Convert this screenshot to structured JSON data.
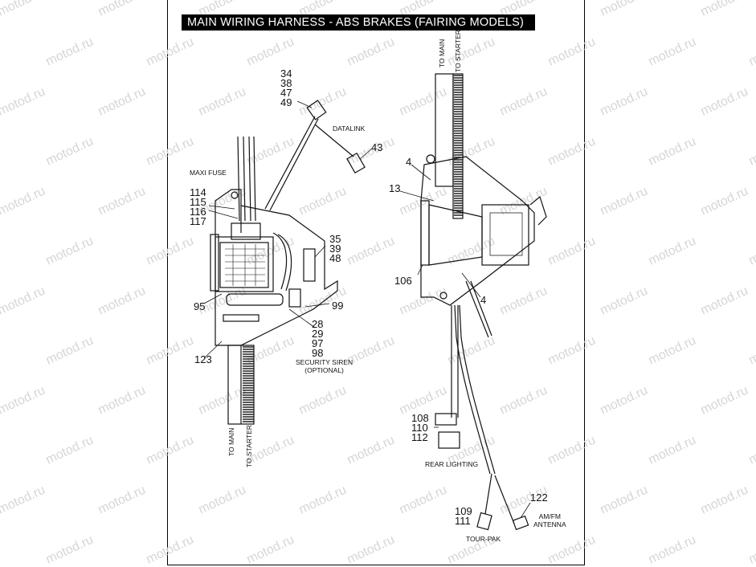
{
  "title": "MAIN WIRING  HARNESS - ABS BRAKES (FAIRING MODELS)",
  "watermark": "motod.ru",
  "callouts": {
    "c34": "34",
    "c38": "38",
    "c47": "47",
    "c49": "49",
    "c43": "43",
    "c114": "114",
    "c115": "115",
    "c116": "116",
    "c117": "117",
    "c35": "35",
    "c39": "39",
    "c48": "48",
    "c95": "95",
    "c99": "99",
    "c28": "28",
    "c29": "29",
    "c97": "97",
    "c98": "98",
    "c123": "123",
    "c4a": "4",
    "c13": "13",
    "c106": "106",
    "c4b": "4",
    "c108": "108",
    "c110": "110",
    "c112": "112",
    "c109": "109",
    "c111": "111",
    "c122": "122"
  },
  "labels": {
    "datalink": "DATALINK",
    "maxi_fuse": "MAXI FUSE",
    "security_siren": "SECURITY SIREN",
    "optional": "(OPTIONAL)",
    "to_main_left": "TO MAIN",
    "to_starter_left": "TO STARTER",
    "to_main_right": "TO MAIN",
    "to_starter_right": "TO STARTER",
    "rear_lighting": "REAR LIGHTING",
    "tour_pak": "TOUR-PAK",
    "am_fm": "AM/FM",
    "antenna": "ANTENNA"
  }
}
